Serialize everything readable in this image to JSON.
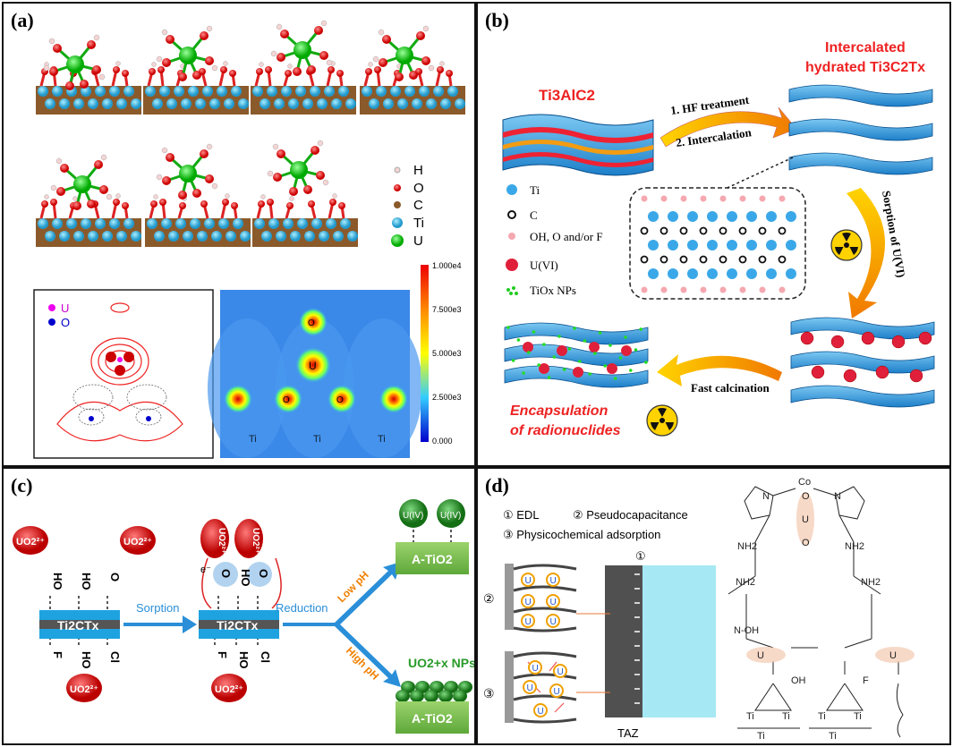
{
  "panels": {
    "a": {
      "label": "(a)",
      "legend": [
        "H",
        "O",
        "C",
        "Ti",
        "U"
      ],
      "contour_legend": [
        "U",
        "O"
      ],
      "density_labels": {
        "u": "U",
        "ow": "O",
        "o2": "O",
        "o3": "O",
        "ti1": "Ti",
        "ti2": "Ti",
        "ti3": "Ti"
      },
      "colorbar_ticks": [
        "1.000e4",
        "7.500e3",
        "5.000e3",
        "2.500e3",
        "0.000"
      ]
    },
    "b": {
      "label": "(b)",
      "start_material": "Ti3AlC2",
      "product_line1": "Intercalated",
      "product_line2": "hydrated Ti3C2Tx",
      "step1": "1. HF treatment",
      "step2": "2. Intercalation",
      "sorption": "Sorption of U(VI)",
      "calcination": "Fast calcination",
      "encapsulation_line1": "Encapsulation",
      "encapsulation_line2": "of radionuclides",
      "legend": [
        "Ti",
        "C",
        "OH, O and/or F",
        "U(VI)",
        "TiOx NPs"
      ]
    },
    "c": {
      "label": "(c)",
      "uranyl": "UO2²⁺",
      "substrate": "Ti2CTx",
      "sorption": "Sorption",
      "reduction": "Reduction",
      "low_ph": "Low pH",
      "high_ph": "High pH",
      "u_iv": "U(IV)",
      "product": "A-TiO2",
      "nps": "UO2+x NPs",
      "top_groups": [
        "HO",
        "HO",
        "O"
      ],
      "bottom_groups": [
        "F",
        "HO",
        "Cl"
      ],
      "electron": "e⁻"
    },
    "d": {
      "label": "(d)",
      "mech1": "① EDL",
      "mech2": "② Pseudocapacitance",
      "mech3": "③ Physicochemical adsorption",
      "num1": "①",
      "num2": "②",
      "num3": "③",
      "taz": "TAZ",
      "u": "U",
      "co": "Co",
      "nh2": "NH2",
      "n": "N",
      "o": "O",
      "oh": "OH",
      "f": "F",
      "ti": "Ti",
      "noh": "N-OH"
    }
  }
}
